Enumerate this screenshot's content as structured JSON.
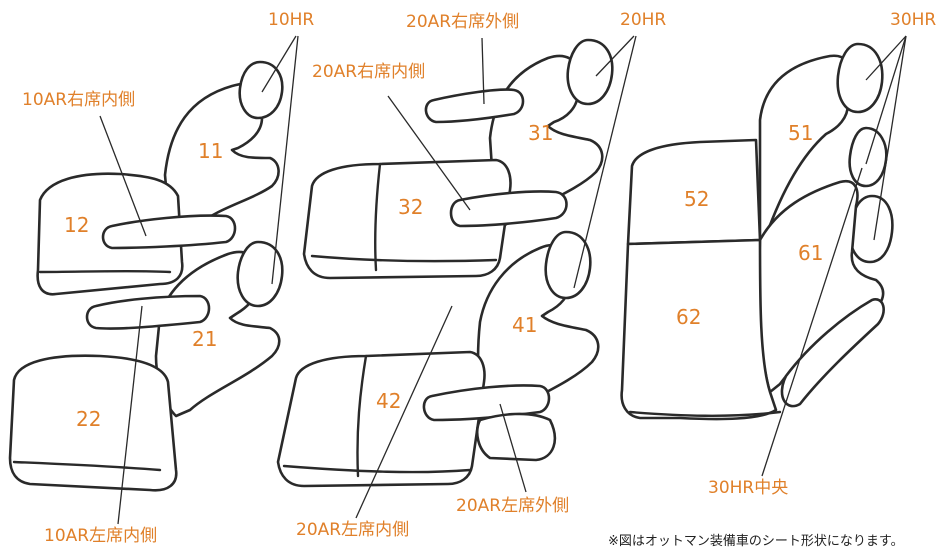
{
  "labels": {
    "hr10": "10HR",
    "ar10_right_inner": "10AR右席内側",
    "ar10_left_inner": "10AR左席内側",
    "ar20_right_outer": "20AR右席外側",
    "ar20_right_inner": "20AR右席内側",
    "ar20_left_inner": "20AR左席内側",
    "ar20_left_outer": "20AR左席外側",
    "hr20": "20HR",
    "hr30": "30HR",
    "hr30_center": "30HR中央"
  },
  "parts": {
    "p11": "11",
    "p12": "12",
    "p21": "21",
    "p22": "22",
    "p31": "31",
    "p32": "32",
    "p41": "41",
    "p42": "42",
    "p51": "51",
    "p52": "52",
    "p61": "61",
    "p62": "62"
  },
  "note": "※図はオットマン装備車のシート形状になります。",
  "colors": {
    "label": "#e0802a",
    "outline": "#2a2a2a"
  }
}
